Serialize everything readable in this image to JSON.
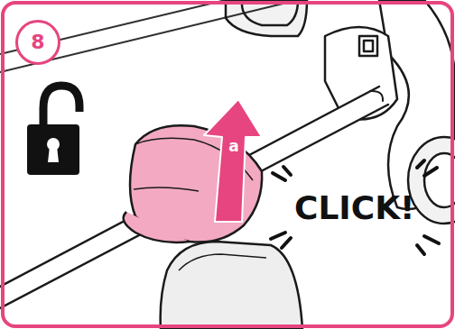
{
  "diagram": {
    "nodes": [
      {
        "text": [
          "8"
        ]
      },
      {
        "text": [
          "a"
        ]
      }
    ],
    "labels": [
      "CLICK!"
    ]
  }
}
